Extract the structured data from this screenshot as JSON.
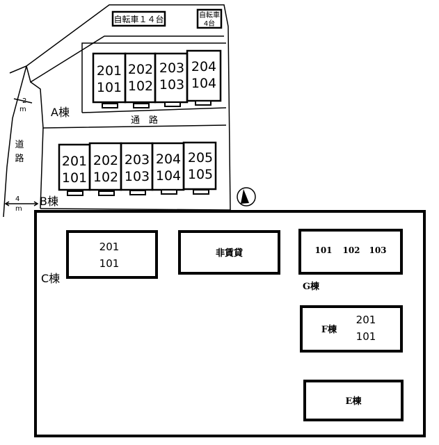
{
  "bike_parking": {
    "label_large": "自転車１４台",
    "label_small_line1": "自転車",
    "label_small_line2": "4台"
  },
  "buildings": {
    "A": {
      "label": "A棟",
      "units": [
        [
          "201",
          "101"
        ],
        [
          "202",
          "102"
        ],
        [
          "203",
          "103"
        ],
        [
          "204",
          "104"
        ]
      ]
    },
    "B": {
      "label": "B棟",
      "units": [
        [
          "201",
          "101"
        ],
        [
          "202",
          "102"
        ],
        [
          "203",
          "103"
        ],
        [
          "204",
          "104"
        ],
        [
          "205",
          "105"
        ]
      ]
    },
    "C": {
      "label": "C棟",
      "top": "201",
      "bottom": "101"
    },
    "non_rental": {
      "label": "非賃貸"
    },
    "G": {
      "label": "G棟",
      "units": [
        "101",
        "102",
        "103"
      ]
    },
    "F": {
      "label": "F棟",
      "top": "201",
      "bottom": "101"
    },
    "E": {
      "label": "E棟"
    }
  },
  "roads": {
    "passage": "通　路",
    "road_char1": "道",
    "road_char2": "路",
    "width_2_num": "2",
    "width_2_unit": "m",
    "width_4_num": "4",
    "width_4_unit": "m"
  },
  "north_arrow": {
    "icon": "north-arrow-icon"
  }
}
